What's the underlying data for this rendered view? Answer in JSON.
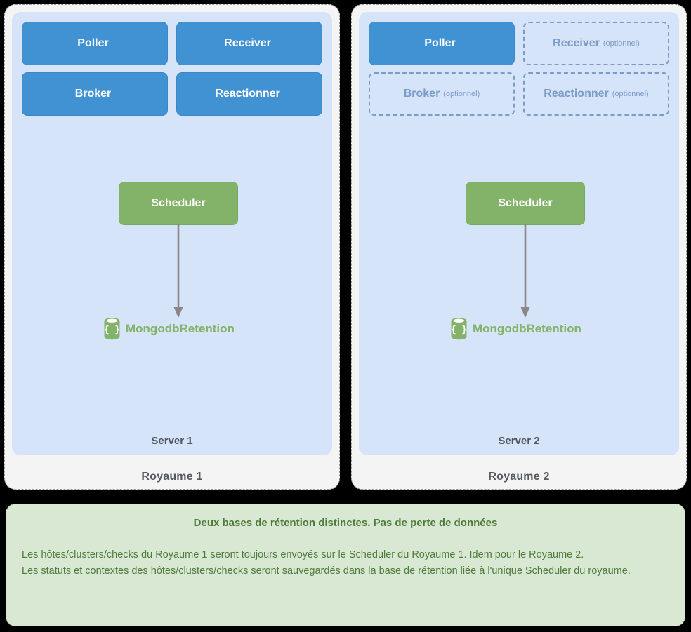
{
  "diagram": {
    "background_color": "#000000",
    "accent_blue": "#4192d3",
    "accent_green": "#82b368",
    "server_bg": "#d6e4fa",
    "optional_color": "#7b9bc9",
    "arrow_color": "#888888"
  },
  "realms": [
    {
      "label": "Royaume 1",
      "server_label": "Server 1",
      "daemons": [
        {
          "name": "Poller",
          "optional": false,
          "optional_tag": ""
        },
        {
          "name": "Receiver",
          "optional": false,
          "optional_tag": ""
        },
        {
          "name": "Broker",
          "optional": false,
          "optional_tag": ""
        },
        {
          "name": "Reactionner",
          "optional": false,
          "optional_tag": ""
        }
      ],
      "scheduler": "Scheduler",
      "retention": "MongodbRetention",
      "retention_icon": "database-icon"
    },
    {
      "label": "Royaume 2",
      "server_label": "Server 2",
      "daemons": [
        {
          "name": "Poller",
          "optional": false,
          "optional_tag": ""
        },
        {
          "name": "Receiver",
          "optional": true,
          "optional_tag": "(optionnel)"
        },
        {
          "name": "Broker",
          "optional": true,
          "optional_tag": "(optionnel)"
        },
        {
          "name": "Reactionner",
          "optional": true,
          "optional_tag": "(optionnel)"
        }
      ],
      "scheduler": "Scheduler",
      "retention": "MongodbRetention",
      "retention_icon": "database-icon"
    }
  ],
  "note": {
    "title": "Deux bases de rétention distinctes. Pas de perte de données",
    "line1": "Les hôtes/clusters/checks du Royaume 1 seront toujours envoyés sur le Scheduler du Royaume 1. Idem pour le Royaume 2.",
    "line2": "Les statuts et contextes des hôtes/clusters/checks seront sauvegardés dans la base de rétention liée à l'unique Scheduler du royaume."
  }
}
